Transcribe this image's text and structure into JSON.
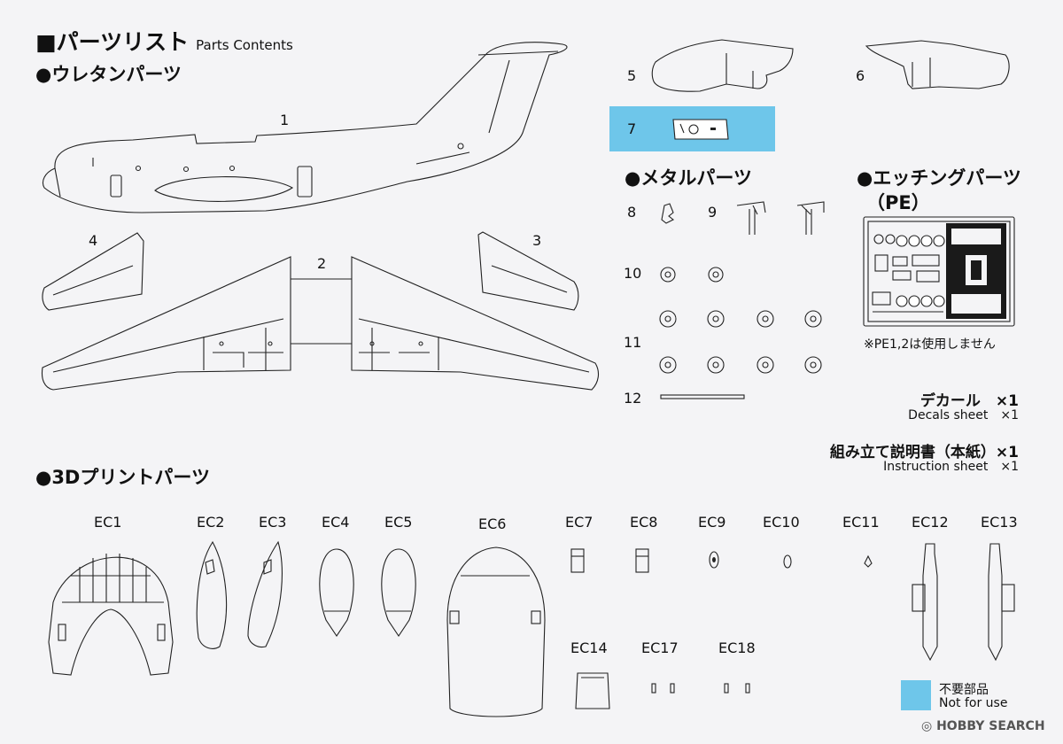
{
  "header": {
    "title": "■パーツリスト",
    "subtitle": "Parts Contents"
  },
  "sections": {
    "urethane": "●ウレタンパーツ",
    "metal": "●メタルパーツ",
    "etching_line1": "●エッチングパーツ",
    "etching_line2": "（PE）",
    "print3d": "●3Dプリントパーツ"
  },
  "part_numbers": {
    "p1": "1",
    "p2": "2",
    "p3": "3",
    "p4": "4",
    "p5": "5",
    "p6": "6",
    "p7": "7",
    "p8": "8",
    "p9": "9",
    "p10": "10",
    "p11": "11",
    "p12": "12"
  },
  "pe_note": "※PE1,2は使用しません",
  "extras": [
    {
      "jp": "デカール　×1",
      "en": "Decals sheet　×1"
    },
    {
      "jp": "組み立て説明書（本紙）×1",
      "en": "Instruction sheet　×1"
    }
  ],
  "ec_labels": {
    "ec1": "EC1",
    "ec2": "EC2",
    "ec3": "EC3",
    "ec4": "EC4",
    "ec5": "EC5",
    "ec6": "EC6",
    "ec7": "EC7",
    "ec8": "EC8",
    "ec9": "EC9",
    "ec10": "EC10",
    "ec11": "EC11",
    "ec12": "EC12",
    "ec13": "EC13",
    "ec14": "EC14",
    "ec17": "EC17",
    "ec18": "EC18"
  },
  "legend": {
    "jp": "不要部品",
    "en": "Not for use",
    "color": "#6ec6ea"
  },
  "watermark": "HOBBY SEARCH",
  "colors": {
    "highlight": "#6ec6ea",
    "background": "#f4f4f6"
  }
}
